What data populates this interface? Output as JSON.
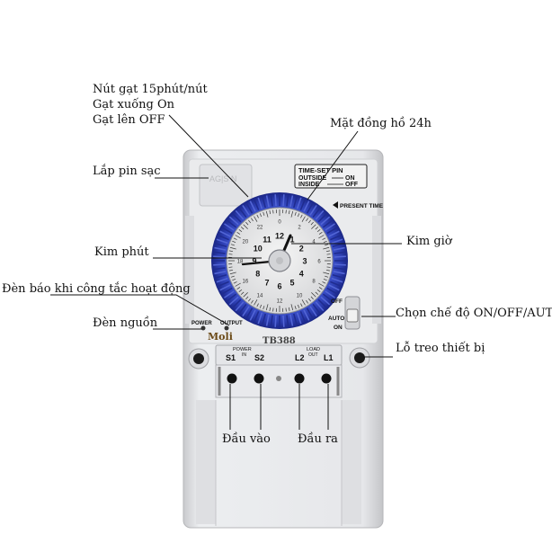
{
  "labels": {
    "tab_line1": "Nút gạt 15phút/nút",
    "tab_line2": "Gạt xuống On",
    "tab_line3": "Gạt lên OFF",
    "dial": "Mặt đồng hồ 24h",
    "battery": "Lắp pin sạc",
    "minute_hand": "Kim phút",
    "hour_hand": "Kim giờ",
    "switch_led": "Đèn báo khi công tắc hoạt động",
    "mode": "Chọn chế độ ON/OFF/AUTO",
    "power_led": "Đèn nguồn",
    "mount_hole": "Lỗ treo thiết bị",
    "input": "Đầu vào",
    "output": "Đầu ra"
  },
  "device": {
    "time_set_title": "TIME-SET PIN",
    "outside": "OUTSIDE",
    "outside_state": "ON",
    "inside": "INSIDE",
    "inside_state": "OFF",
    "present_time": "PRESENT TIME",
    "power": "POWER",
    "output_led": "OUTPUT",
    "brand": "Moli",
    "model": "TB388",
    "switch_off": "OFF",
    "switch_auto": "AUTO",
    "switch_on": "ON",
    "power_in": "POWER",
    "in_label": "IN",
    "load_label": "LOAD",
    "out_label": "OUT",
    "s1": "S1",
    "s2": "S2",
    "l2": "L2",
    "l1": "L1",
    "battery_marks": "AG|S N"
  },
  "dial": {
    "inner_numbers": [
      "12",
      "1",
      "2",
      "3",
      "4",
      "5",
      "6",
      "7",
      "8",
      "9",
      "10",
      "11"
    ],
    "outer_numbers": [
      "0",
      "2",
      "4",
      "6",
      "8",
      "10",
      "12",
      "14",
      "16",
      "18",
      "20",
      "22"
    ]
  },
  "colors": {
    "ring": "#2c3fb0",
    "ring_dark": "#1d2a8a",
    "body": "#e9eaec",
    "panel": "#dcdde0"
  }
}
